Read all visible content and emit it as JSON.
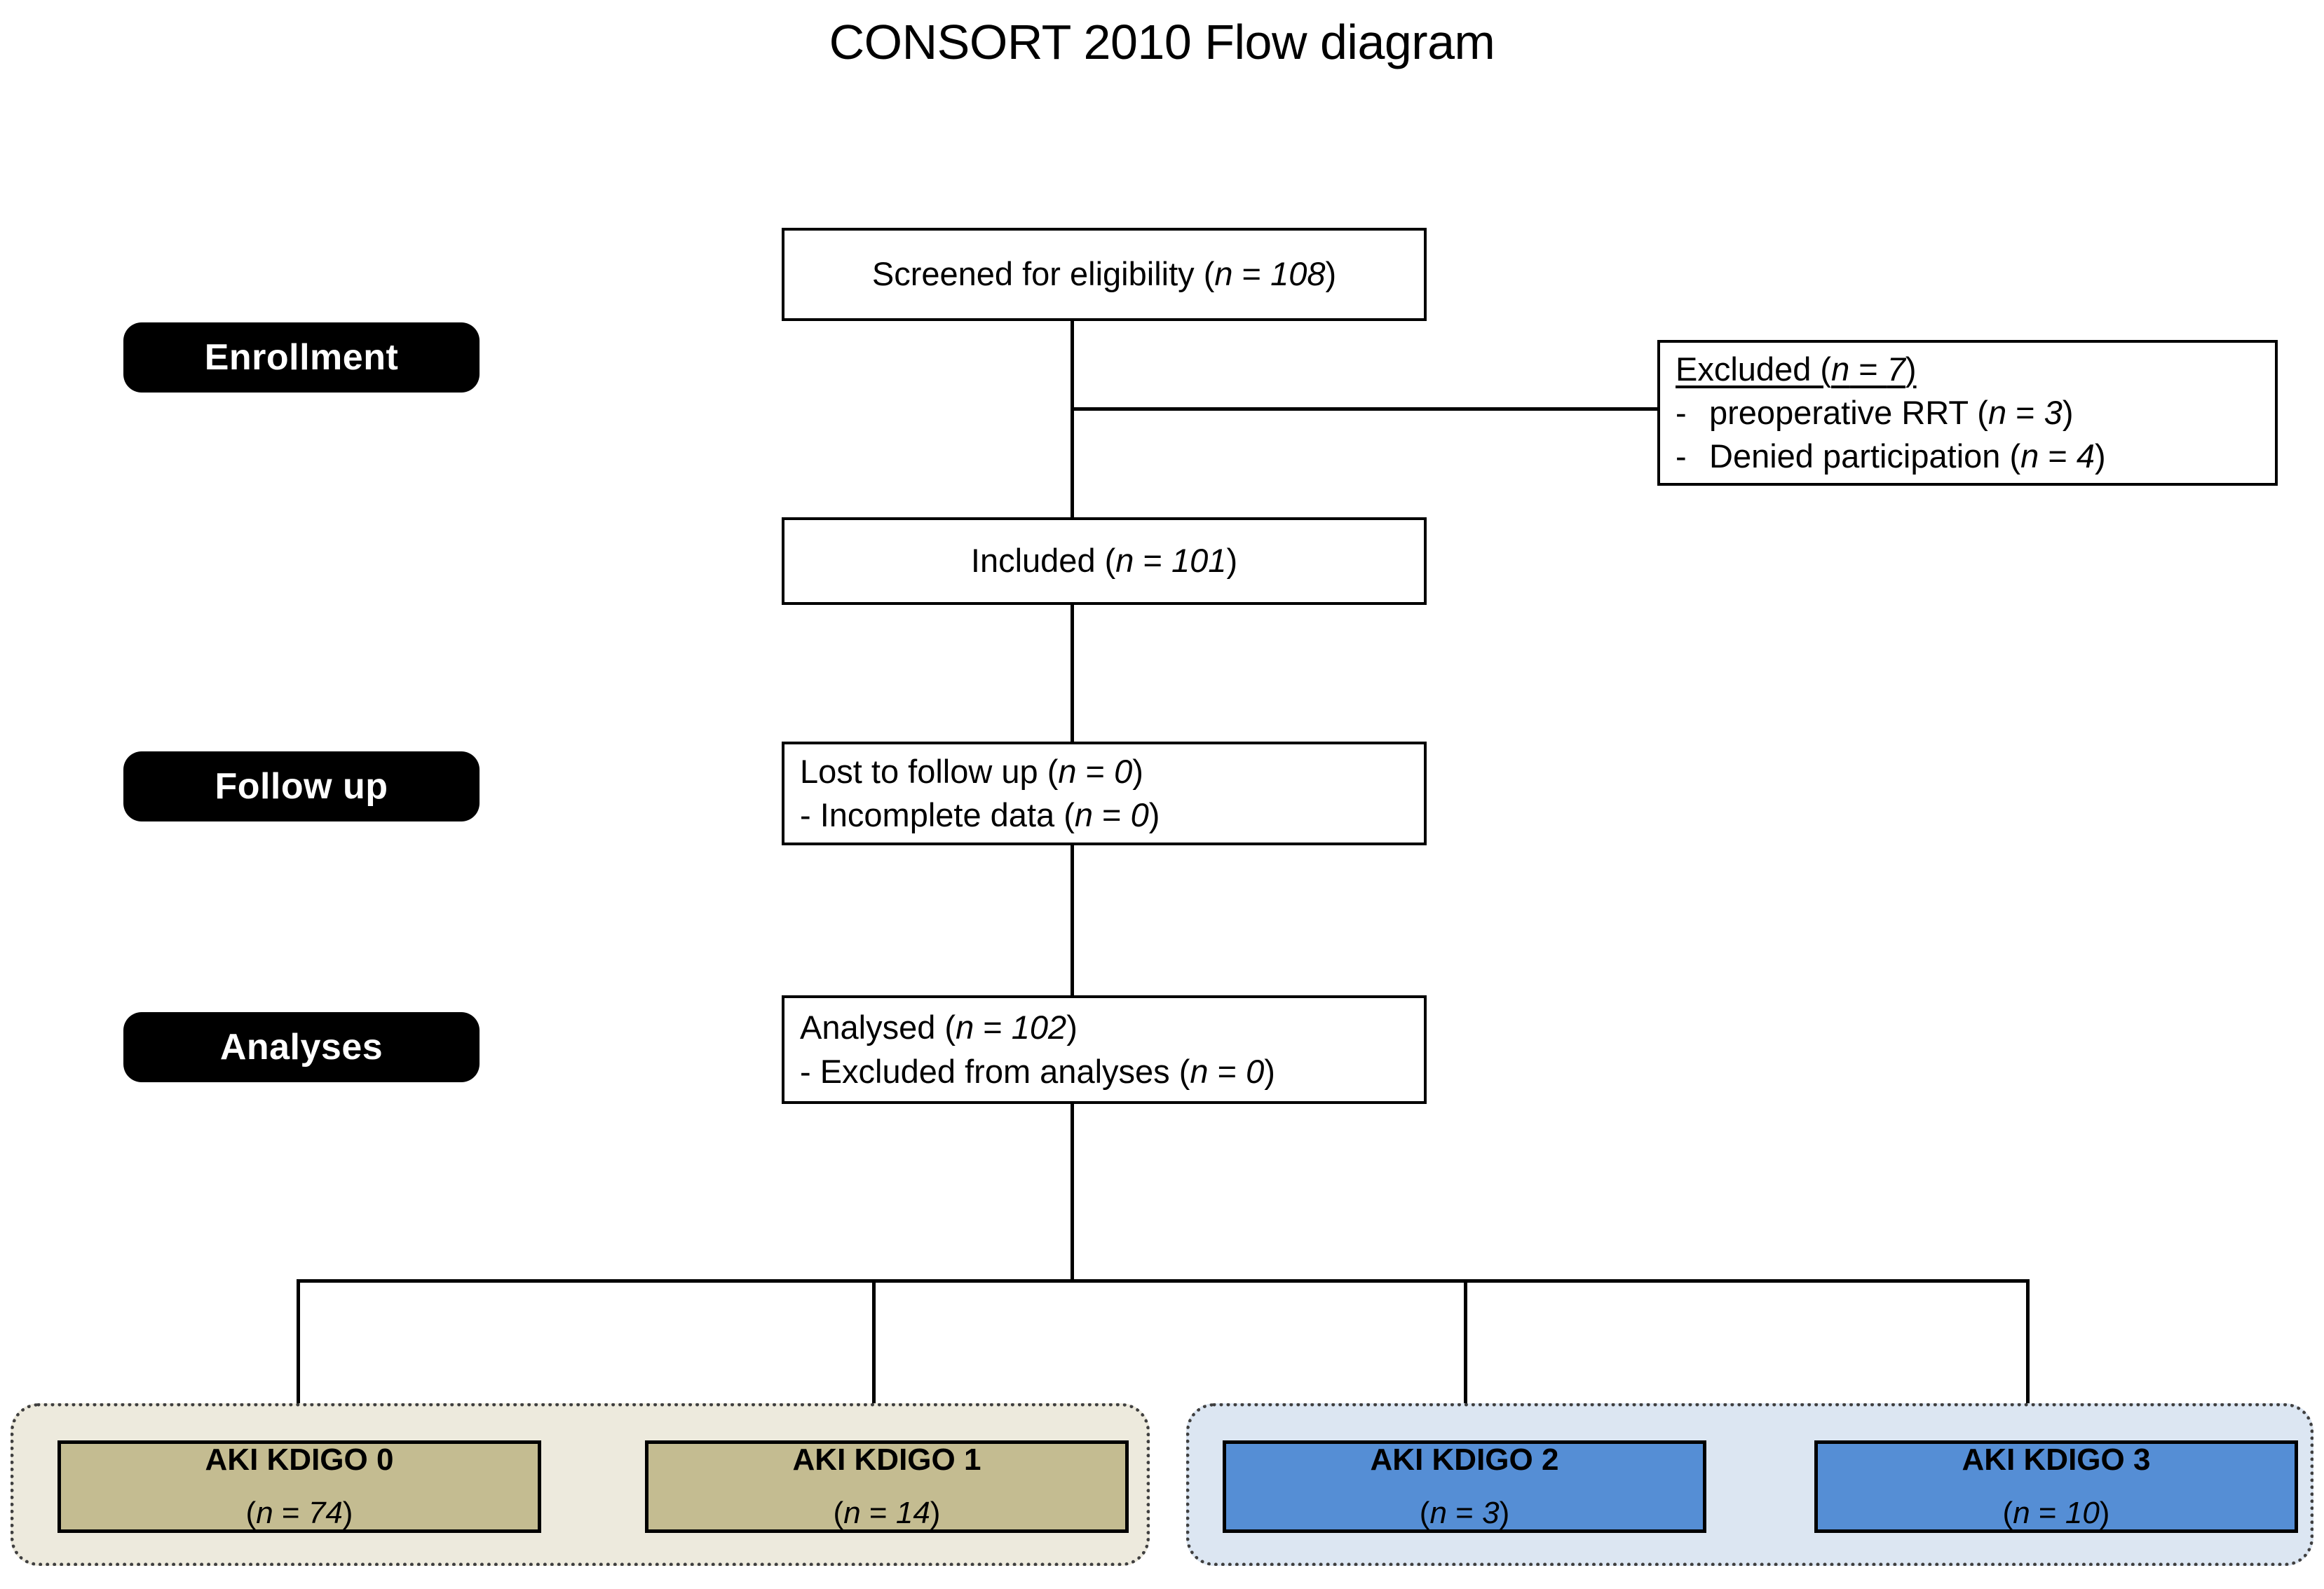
{
  "title": "CONSORT 2010 Flow diagram",
  "stages": [
    {
      "id": "enrollment",
      "label": "Enrollment"
    },
    {
      "id": "follow-up",
      "label": "Follow up"
    },
    {
      "id": "analyses",
      "label": "Analyses"
    }
  ],
  "boxes": {
    "screened": {
      "text_prefix": "Screened for eligibility (",
      "n_symbol": "n",
      "eq": " = ",
      "value": "108",
      "text_suffix": ")"
    },
    "included": {
      "text_prefix": "Included (",
      "n_symbol": "n",
      "eq": " = ",
      "value": "101",
      "text_suffix": ")"
    },
    "excluded": {
      "heading_prefix": "Excluded (",
      "heading_n": "n",
      "heading_eq": " = ",
      "heading_value": "7",
      "heading_suffix": ")",
      "items": [
        {
          "dash": "-",
          "text_prefix": "preoperative RRT (",
          "n_symbol": "n",
          "eq": " = ",
          "value": "3",
          "text_suffix": ")"
        },
        {
          "dash": "-",
          "text_prefix": "Denied participation (",
          "n_symbol": "n",
          "eq": " = ",
          "value": "4",
          "text_suffix": ")"
        }
      ]
    },
    "followup": {
      "line1_prefix": "Lost to follow up (",
      "line1_n": "n",
      "line1_eq": " = ",
      "line1_value": "0",
      "line1_suffix": ")",
      "line2_prefix": "- Incomplete data (",
      "line2_n": "n",
      "line2_eq": " = ",
      "line2_value": "0",
      "line2_suffix": ")"
    },
    "analysed": {
      "line1_prefix": "Analysed (",
      "line1_n": "n",
      "line1_eq": " = ",
      "line1_value": "102",
      "line1_suffix": ")",
      "line2_prefix": "- Excluded from analyses (",
      "line2_n": "n",
      "line2_eq": " = ",
      "line2_value": "0",
      "line2_suffix": ")"
    }
  },
  "groups": [
    {
      "id": "no-severe-aki",
      "style": "beige"
    },
    {
      "id": "severe-aki",
      "style": "blue"
    }
  ],
  "outcomes": [
    {
      "id": "kdigo-0",
      "title": "AKI KDIGO 0",
      "n_open": "(",
      "n_symbol": "n",
      "eq": " = ",
      "value": "74",
      "n_close": ")",
      "fill": "#c4bc91",
      "group": "beige"
    },
    {
      "id": "kdigo-1",
      "title": "AKI KDIGO 1",
      "n_open": "(",
      "n_symbol": "n",
      "eq": " = ",
      "value": "14",
      "n_close": ")",
      "fill": "#c4bc91",
      "group": "beige"
    },
    {
      "id": "kdigo-2",
      "title": "AKI KDIGO 2",
      "n_open": "(",
      "n_symbol": "n",
      "eq": " = ",
      "value": "3",
      "n_close": ")",
      "fill": "#558ed5",
      "group": "blue"
    },
    {
      "id": "kdigo-3",
      "title": "AKI KDIGO 3",
      "n_open": "(",
      "n_symbol": "n",
      "eq": " = ",
      "value": "10",
      "n_close": ")",
      "fill": "#558ed5",
      "group": "blue"
    }
  ],
  "colors": {
    "line": "#000000",
    "stage_pill_bg": "#000000",
    "stage_pill_text": "#ffffff",
    "group_beige_bg": "#edeadd",
    "group_blue_bg": "#dce6f2",
    "kdigo_tan": "#c4bc91",
    "kdigo_blue": "#558ed5"
  }
}
